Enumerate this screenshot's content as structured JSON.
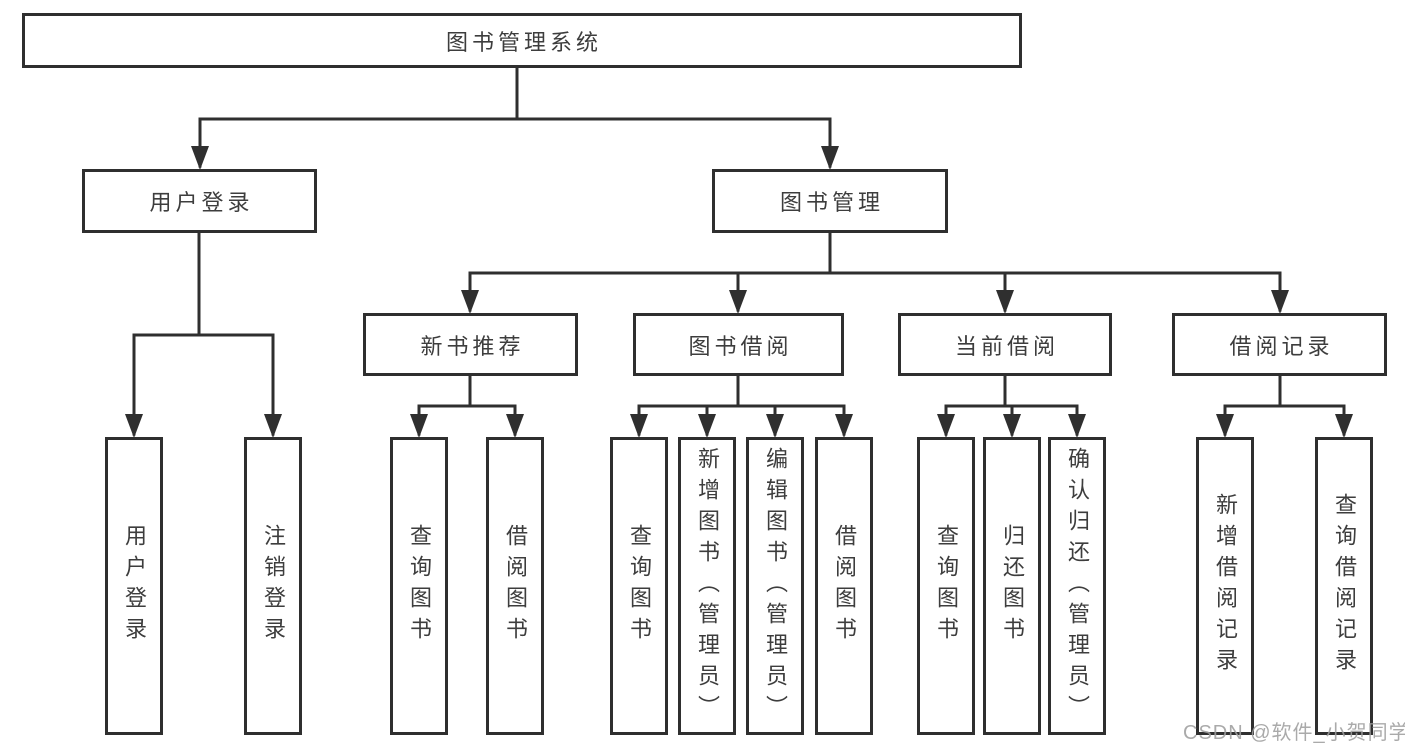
{
  "tree": {
    "root": "图书管理系统",
    "login": {
      "label": "用户登录",
      "children": [
        "用户登录",
        "注销登录"
      ]
    },
    "management": {
      "label": "图书管理",
      "sections": [
        {
          "label": "新书推荐",
          "children": [
            "查询图书",
            "借阅图书"
          ]
        },
        {
          "label": "图书借阅",
          "children": [
            "查询图书",
            "新增图书（管理员）",
            "编辑图书（管理员）",
            "借阅图书"
          ]
        },
        {
          "label": "当前借阅",
          "children": [
            "查询图书",
            "归还图书",
            "确认归还（管理员）"
          ]
        },
        {
          "label": "借阅记录",
          "children": [
            "新增借阅记录",
            "查询借阅记录"
          ]
        }
      ]
    }
  },
  "watermark": "CSDN @软件_小贺同学",
  "colors": {
    "line": "#2f2f2f",
    "text": "#3d3d3d",
    "box_background": "#ffffff",
    "watermark": "#9e9e9e"
  }
}
